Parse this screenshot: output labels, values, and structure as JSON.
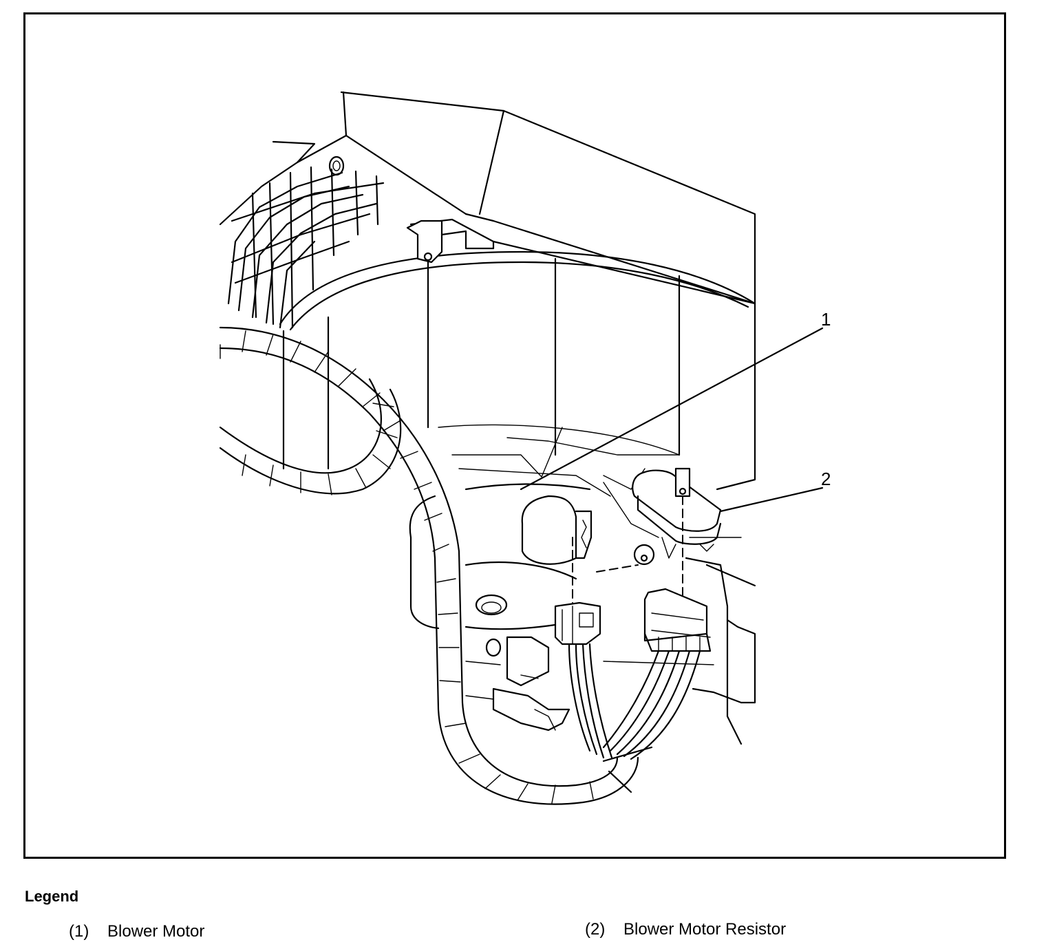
{
  "diagram": {
    "callouts": [
      "1",
      "2"
    ]
  },
  "legend": {
    "title": "Legend",
    "items": [
      {
        "number": "(1)",
        "label": "Blower Motor"
      },
      {
        "number": "(2)",
        "label": "Blower Motor Resistor"
      }
    ]
  }
}
